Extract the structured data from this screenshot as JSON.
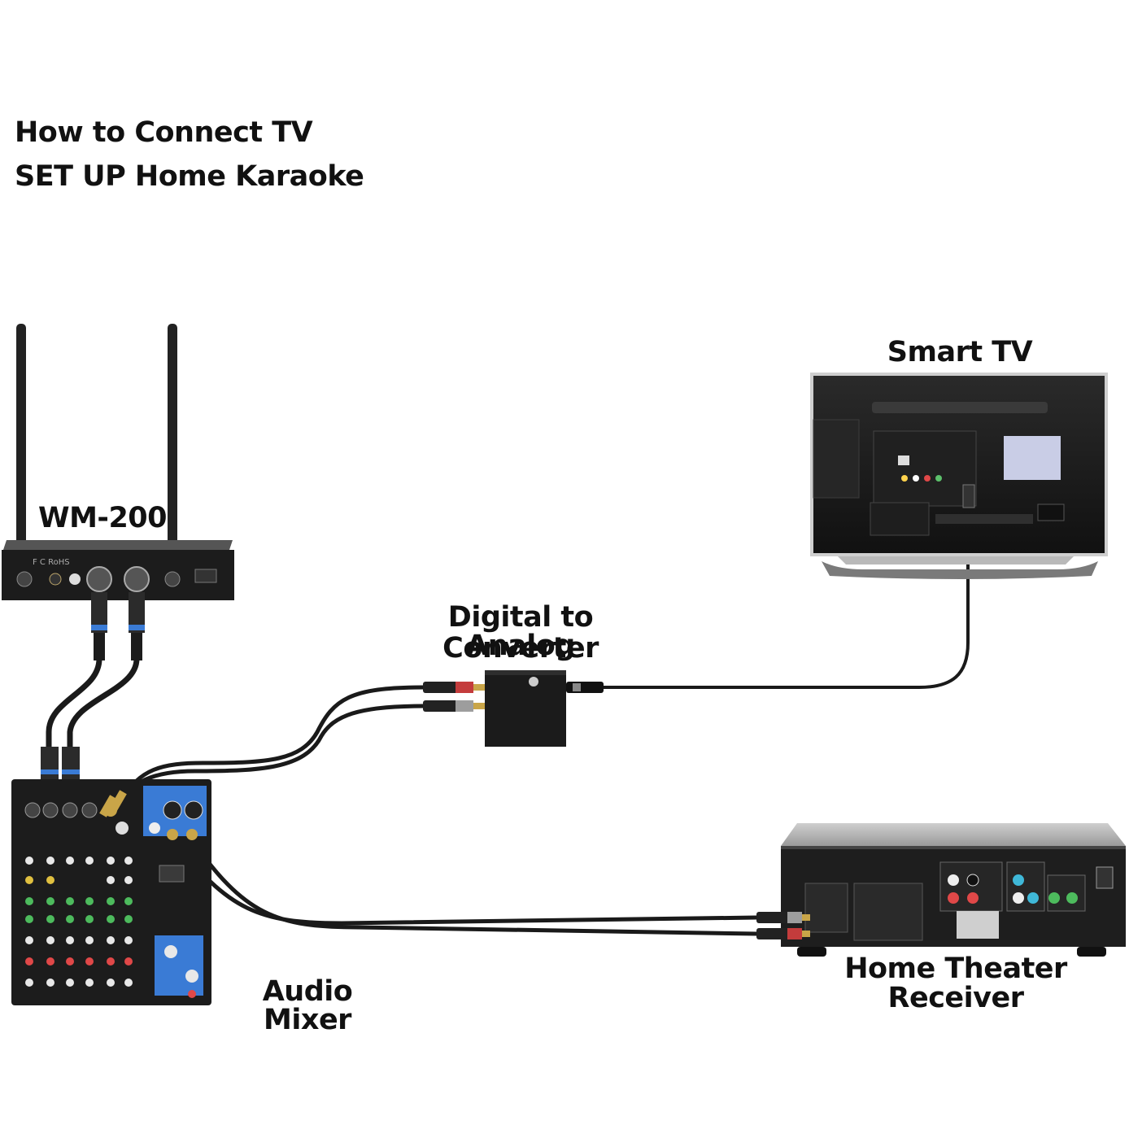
{
  "heading": {
    "line1": "How to Connect TV",
    "line2": "SET UP Home Karaoke"
  },
  "devices": {
    "receiver": "WM-200",
    "tv": "Smart TV",
    "converter_line1": "Digital to Analog",
    "converter_line2": "Converter",
    "mixer": "Audio Mixer",
    "home_theater_line1": "Home Theater",
    "home_theater_line2": "Receiver"
  },
  "colors": {
    "device_body": "#1c1c1c",
    "cable": "#1a1a1a",
    "accent_blue": "#3a7bd5",
    "tv_panel": "#c9cde6"
  }
}
